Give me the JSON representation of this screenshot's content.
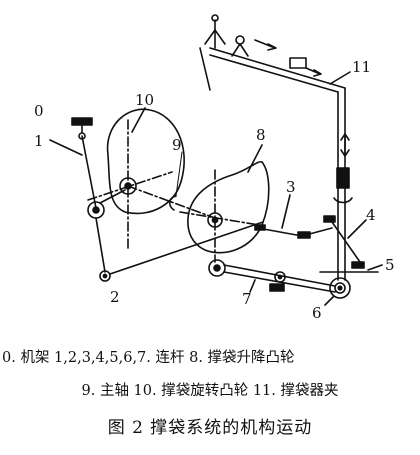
{
  "labels": {
    "frame": "0",
    "link1": "1",
    "link2": "2",
    "link3": "3",
    "link4": "4",
    "link5": "5",
    "link6": "6",
    "link7": "7",
    "cam_lift": "8",
    "main_shaft": "9",
    "cam_rotate": "10",
    "bag_clamp": "11"
  },
  "legend": {
    "line1": "0. 机架 1,2,3,4,5,6,7. 连杆 8. 撑袋升降凸轮",
    "line2": "9. 主轴 10. 撑袋旋转凸轮 11. 撑袋器夹"
  },
  "caption": "图 2 撑袋系统的机构运动"
}
